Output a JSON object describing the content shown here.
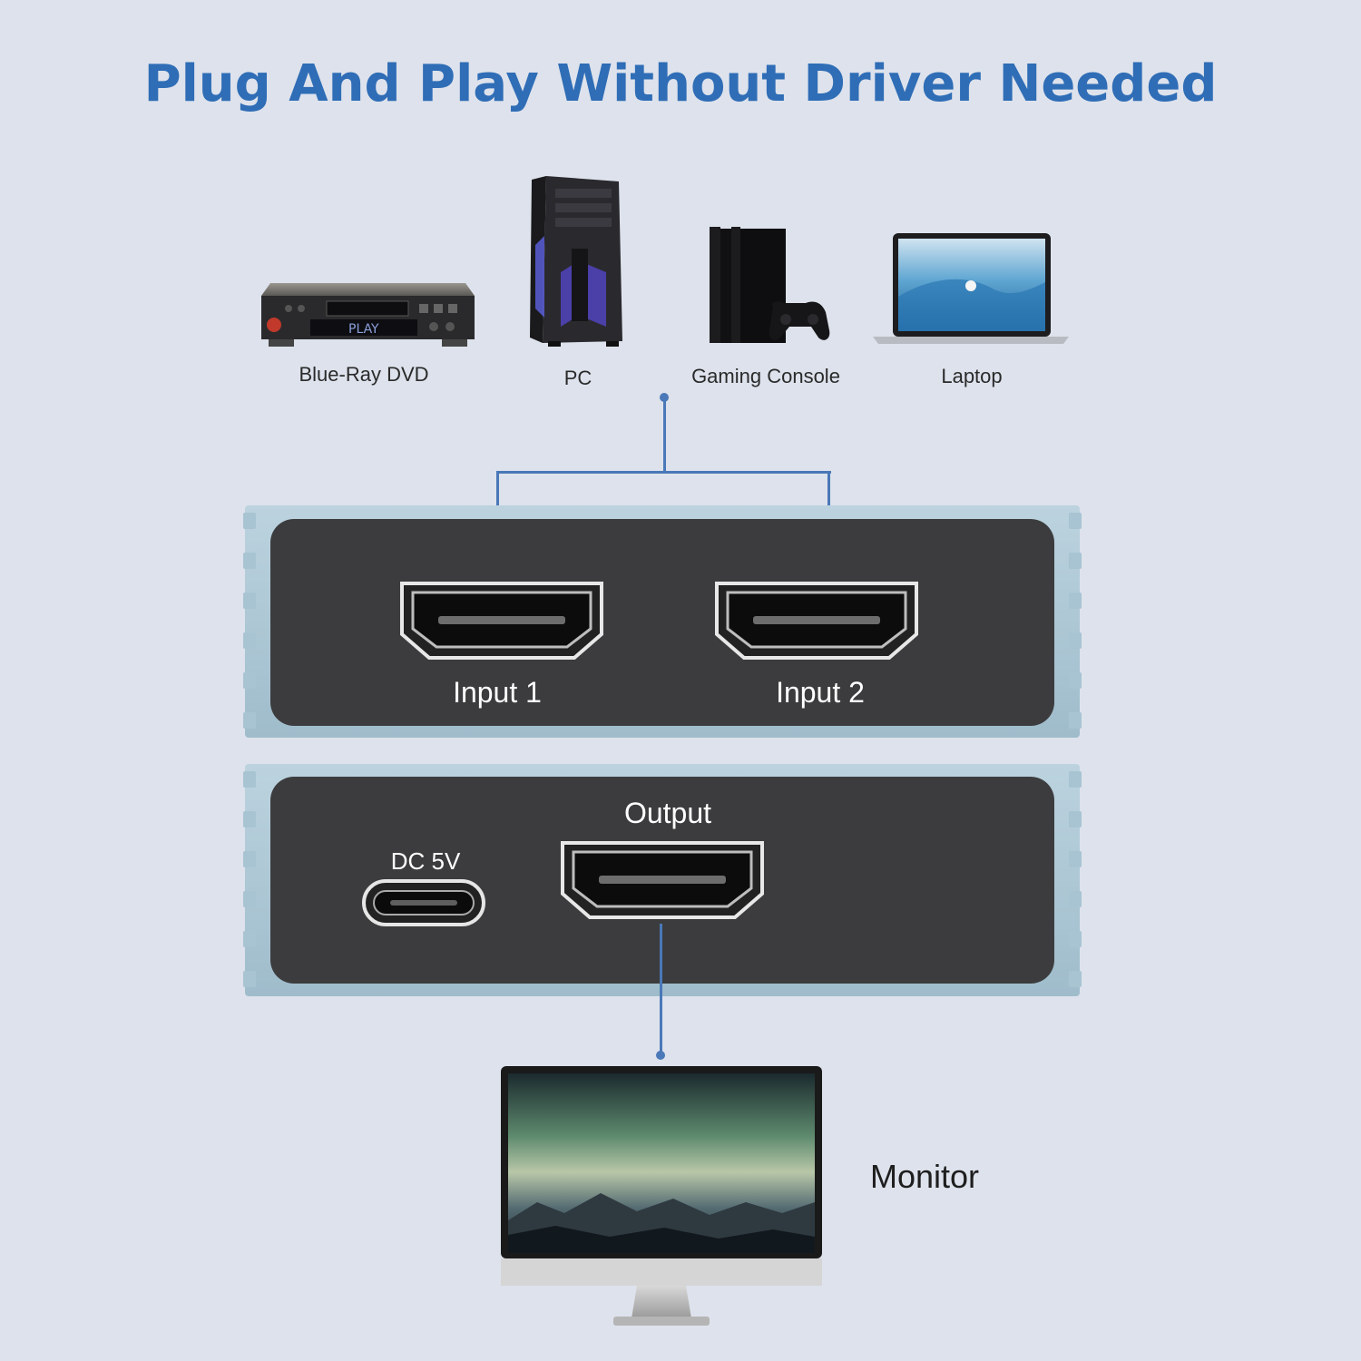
{
  "title": "Plug And Play Without Driver Needed",
  "sources": [
    {
      "label": "Blue-Ray DVD",
      "icon": "bluray-player-icon",
      "display_text": "PLAY"
    },
    {
      "label": "PC",
      "icon": "pc-tower-icon"
    },
    {
      "label": "Gaming Console",
      "icon": "game-console-icon"
    },
    {
      "label": "Laptop",
      "icon": "laptop-icon"
    }
  ],
  "switch": {
    "inputs": [
      {
        "label": "Input 1",
        "icon": "hdmi-port-icon"
      },
      {
        "label": "Input 2",
        "icon": "hdmi-port-icon"
      }
    ],
    "output": {
      "label": "Output",
      "icon": "hdmi-port-icon"
    },
    "power": {
      "label": "DC 5V",
      "icon": "usb-c-port-icon"
    }
  },
  "display": {
    "label": "Monitor",
    "icon": "monitor-icon"
  },
  "colors": {
    "title": "#2f6db6",
    "connector_line": "#4a78b8",
    "background": "#dde2ec",
    "housing": "#a8c4d2",
    "panel": "#3c3c3e"
  }
}
